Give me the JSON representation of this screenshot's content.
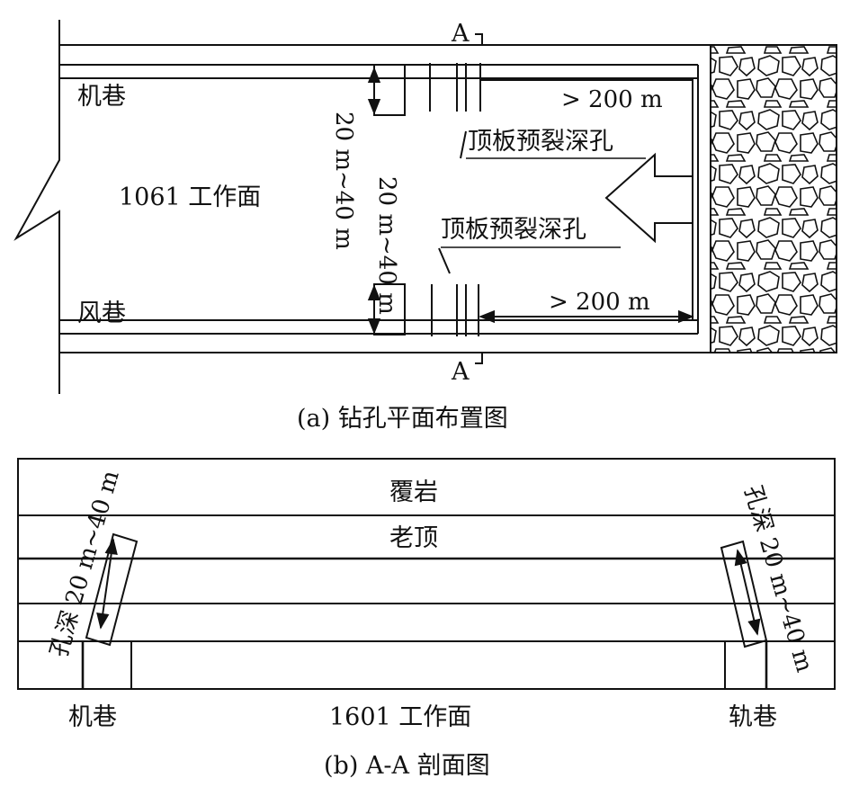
{
  "plan": {
    "section_mark_top": "A",
    "section_mark_bottom": "A",
    "main_gate": "机巷",
    "tail_gate": "风巷",
    "face": "1061 工作面",
    "dist_top": "> 200 m",
    "dist_bottom": "> 200 m",
    "hole_label_1": "顶板预裂深孔",
    "hole_label_2": "顶板预裂深孔",
    "spacing_1": "20 m~40 m",
    "spacing_2": "20 m~40 m",
    "caption": "(a) 钻孔平面布置图"
  },
  "section": {
    "overburden": "覆岩",
    "main_roof": "老顶",
    "depth_left": "孔深 20 m~40 m",
    "depth_right": "孔深 20 m~40 m",
    "main_gate": "机巷",
    "face": "1601 工作面",
    "rail_gate": "轨巷",
    "caption": "(b) A-A 剖面图"
  }
}
